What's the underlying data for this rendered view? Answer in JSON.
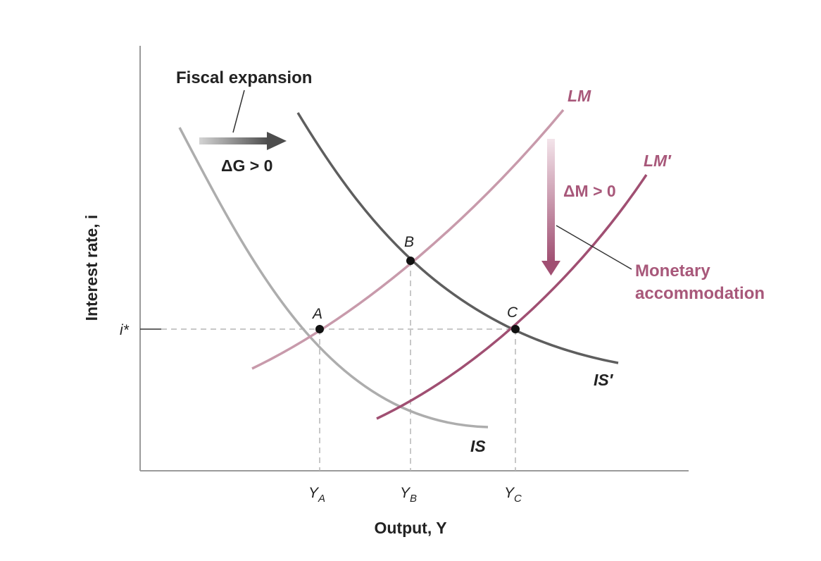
{
  "axes": {
    "ylabel": "Interest rate, i",
    "xlabel": "Output, Y",
    "istar_label": "i*"
  },
  "curves": {
    "is": "IS",
    "is_prime": "IS′",
    "lm": "LM",
    "lm_prime": "LM′"
  },
  "points": {
    "a": "A",
    "b": "B",
    "c": "C"
  },
  "ticks": {
    "ya": "Y",
    "ya_sub": "A",
    "yb": "Y",
    "yb_sub": "B",
    "yc": "Y",
    "yc_sub": "C"
  },
  "annotations": {
    "fiscal_expansion": "Fiscal expansion",
    "delta_g": "ΔG > 0",
    "delta_m": "ΔM > 0",
    "monetary_line1": "Monetary",
    "monetary_line2": "accommodation"
  },
  "colors": {
    "is": "#adadad",
    "is_prime": "#5e5e5e",
    "lm": "#c89aab",
    "lm_prime": "#a04f72",
    "annotation_pink": "#a8587a",
    "axis": "#9a9a9a",
    "dashed": "#b5b5b5",
    "text": "#222222"
  }
}
